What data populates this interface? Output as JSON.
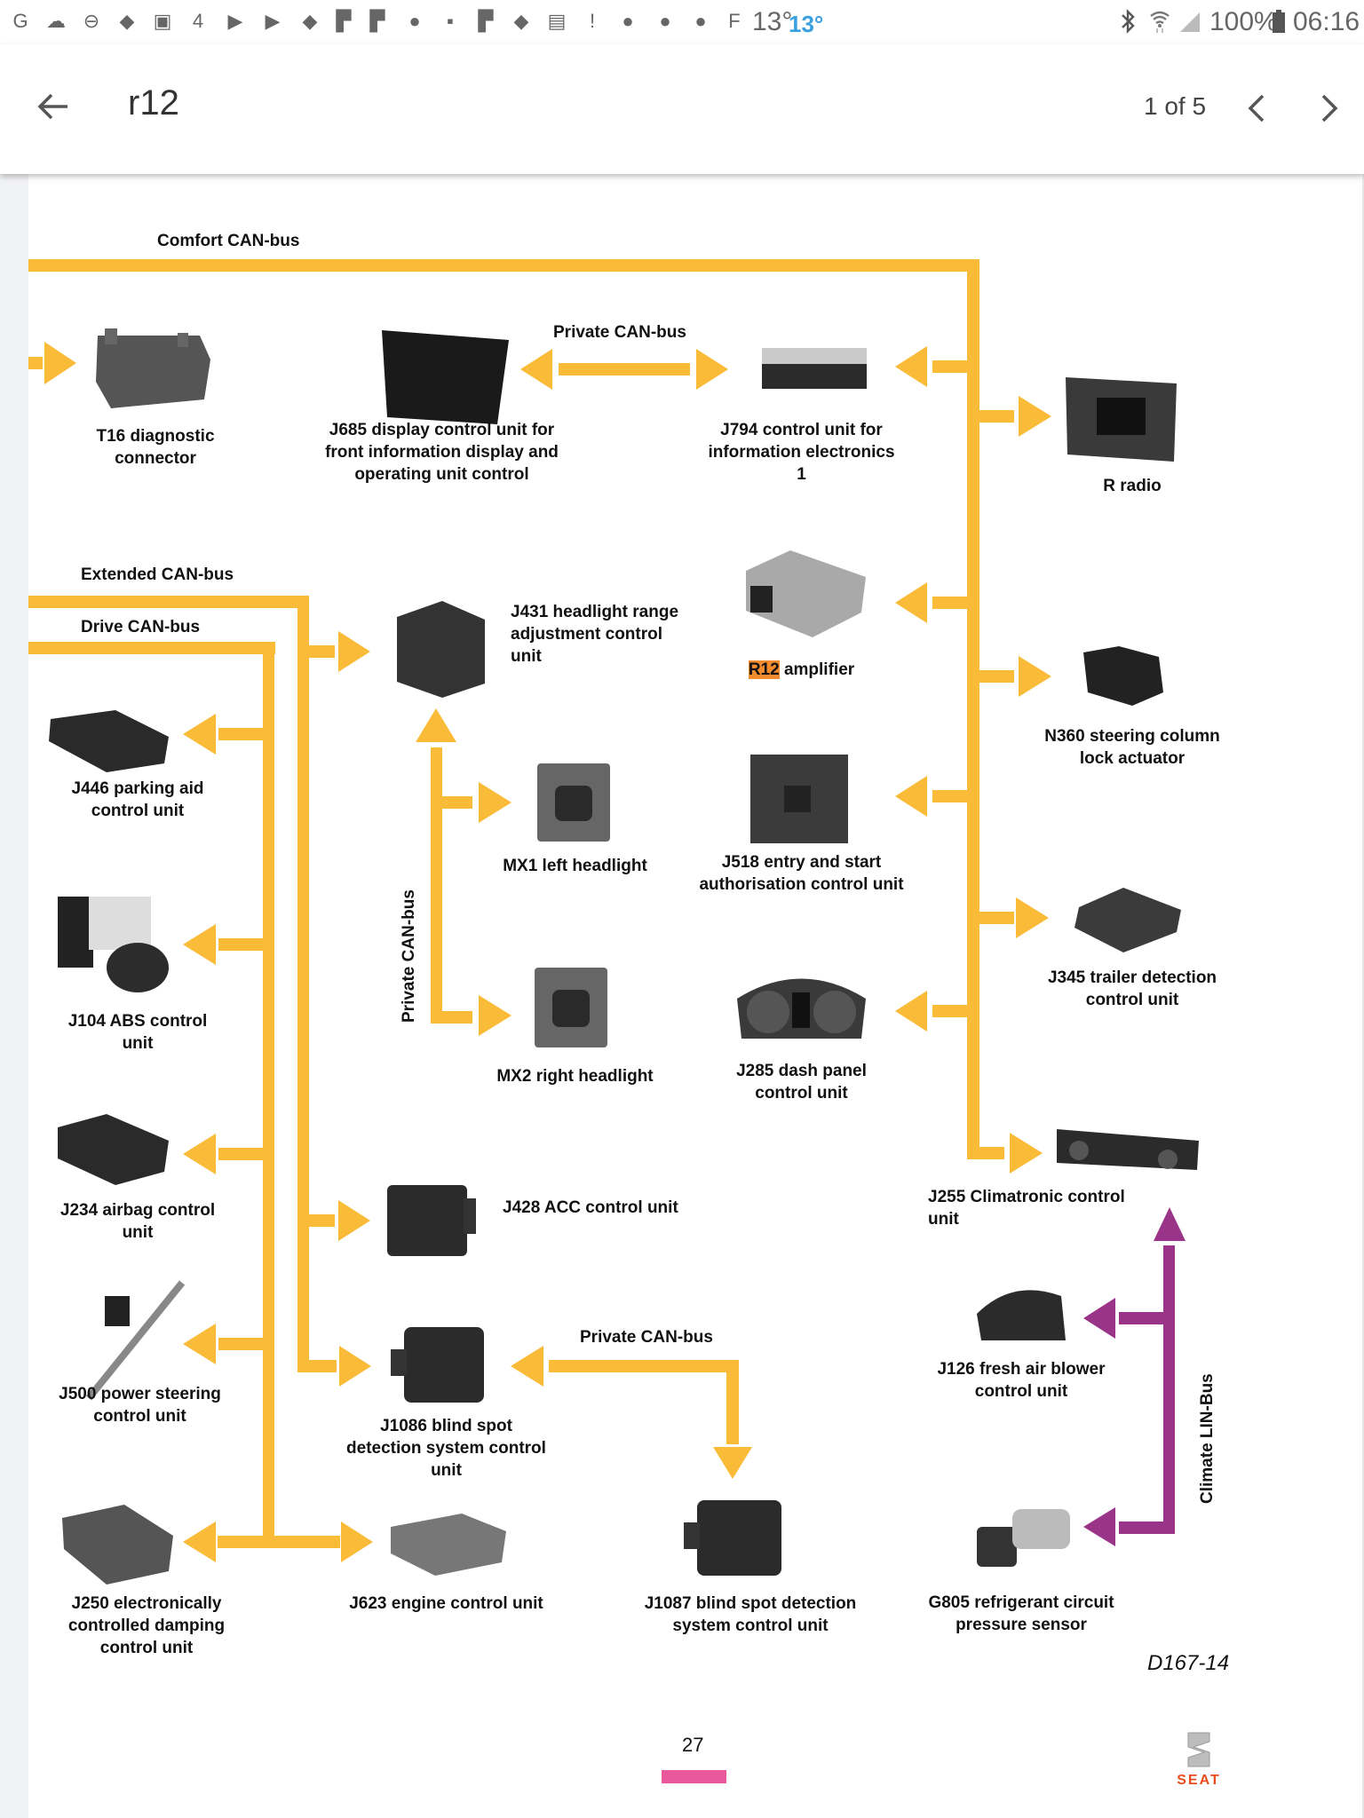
{
  "status_bar": {
    "left_icons": [
      "guardian-icon",
      "cloud-sync-icon",
      "do-not-disturb-icon",
      "telegraph-icon",
      "gallery-icon",
      "channel4-icon",
      "youtube-icon",
      "youtube-icon",
      "telegraph-icon",
      "flipboard-icon",
      "flipboard-icon",
      "location-pin-icon",
      "bbc-news-icon",
      "flipboard-icon",
      "telegraph-icon",
      "news-icon",
      "alert-message-icon",
      "location-pin-icon",
      "location-pin-icon",
      "location-pin-icon",
      "forecast-icon"
    ],
    "temperature_grey": "13°",
    "temperature_blue": "13°",
    "battery": "100%",
    "time": "06:16"
  },
  "app_bar": {
    "title": "r12",
    "match_count": "1 of 5"
  },
  "colors": {
    "can_bus": "#F9BB38",
    "lin_bus": "#9A3489",
    "highlight": "#F28A2E",
    "page_marker": "#E8589A",
    "seat_brand": "#E84B1C"
  },
  "diagram": {
    "buses": {
      "comfort": "Comfort CAN-bus",
      "extended": "Extended CAN-bus",
      "drive": "Drive CAN-bus",
      "private_top": "Private CAN-bus",
      "private_vertical": "Private CAN-bus",
      "private_bottom": "Private CAN-bus",
      "climate_lin": "Climate LIN-Bus"
    },
    "components": {
      "t16": "T16 diagnostic connector",
      "j685": "J685 display control unit for front information display and operating unit control",
      "j794": "J794 control unit for information electronics 1",
      "r_radio": "R radio",
      "j431": "J431 headlight range adjustment control unit",
      "r12_highlight": "R12",
      "r12_rest": " amplifier",
      "n360": "N360 steering column lock actuator",
      "j446": "J446 parking aid control unit",
      "mx1": "MX1 left headlight",
      "j518": "J518 entry and start authorisation control unit",
      "j345": "J345 trailer detection control unit",
      "j104": "J104 ABS control unit",
      "mx2": "MX2 right headlight",
      "j285": "J285 dash panel control unit",
      "j234": "J234 airbag control unit",
      "j428": "J428 ACC control unit",
      "j255": "J255 Climatronic control unit",
      "j500": "J500 power steering control unit",
      "j1086": "J1086 blind spot detection system control unit",
      "j126": "J126 fresh air blower control unit",
      "j250": "J250 electronically controlled damping control unit",
      "j623": "J623 engine control unit",
      "j1087": "J1087 blind spot detection system control unit",
      "g805": "G805 refrigerant circuit pressure sensor"
    },
    "figure_ref": "D167-14"
  },
  "footer": {
    "page_number": "27",
    "brand": "SEAT"
  }
}
